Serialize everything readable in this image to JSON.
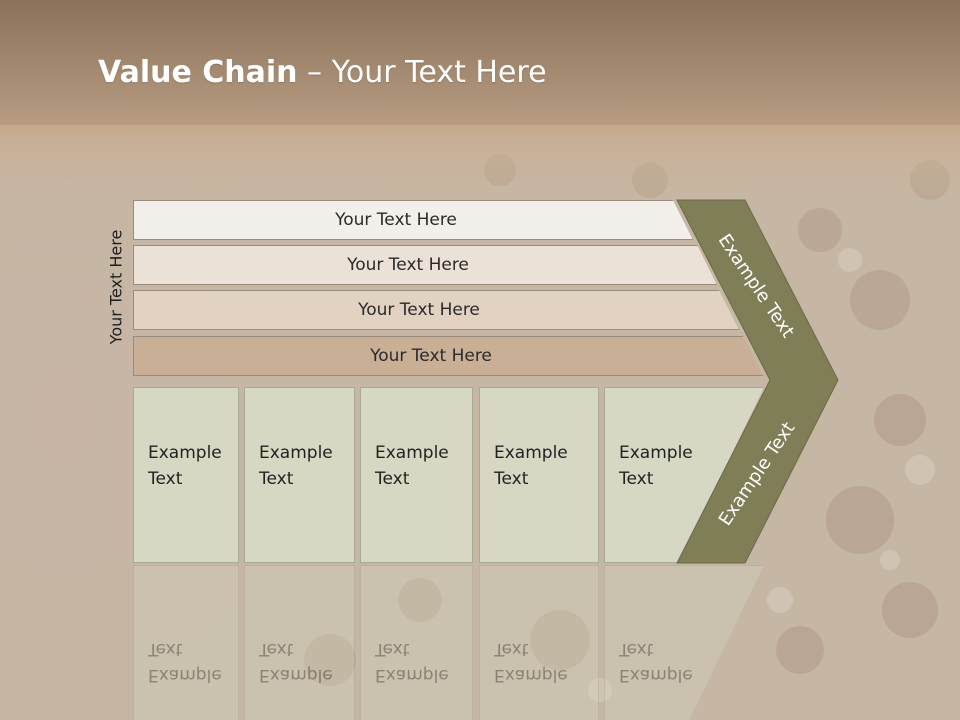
{
  "title": {
    "bold": "Value Chain",
    "rest": " – Your Text Here"
  },
  "side_label": "Your Text Here",
  "bands": [
    "Your Text Here",
    "Your Text Here",
    "Your Text Here",
    "Your Text Here"
  ],
  "columns": [
    {
      "line1": "Example",
      "line2": "Text"
    },
    {
      "line1": "Example",
      "line2": "Text"
    },
    {
      "line1": "Example",
      "line2": "Text"
    },
    {
      "line1": "Example",
      "line2": "Text"
    },
    {
      "line1": "Example",
      "line2": "Text"
    }
  ],
  "chevron": {
    "top_label": "Example Text",
    "bottom_label": "Example Text",
    "color": "#7f7e57"
  },
  "colors": {
    "band1": "#f3efea",
    "band2": "#ebe1d6",
    "band3": "#e2d2c1",
    "band4": "#c9af96",
    "column": "#d6d8c4"
  }
}
